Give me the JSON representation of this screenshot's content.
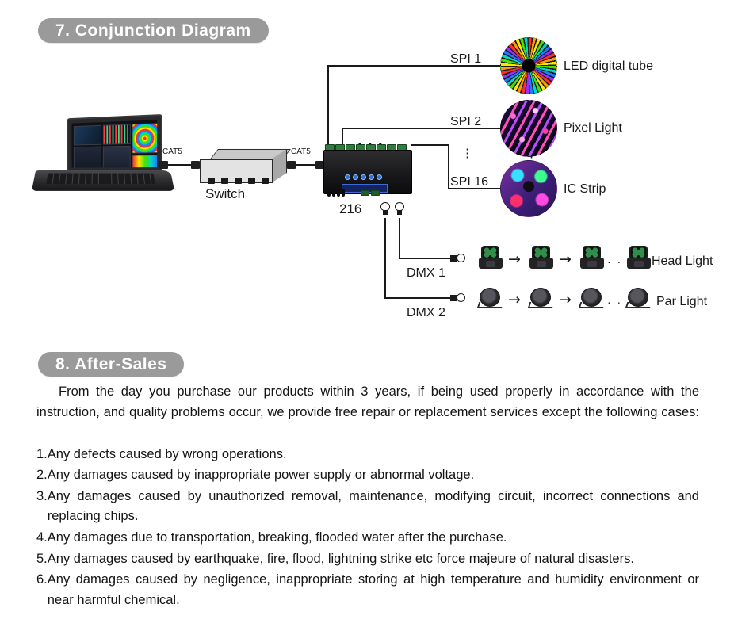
{
  "sections": {
    "conjunction": {
      "title": "7. Conjunction Diagram"
    },
    "aftersales": {
      "title": "8. After-Sales"
    }
  },
  "diagram": {
    "devices": {
      "laptop": {
        "name": "laptop"
      },
      "switch": {
        "label": "Switch"
      },
      "controller": {
        "label": "216"
      }
    },
    "cables": {
      "cat5_left": "CAT5",
      "cat5_right": "CAT5"
    },
    "spi_ports": [
      {
        "port": "SPI 1",
        "device": "LED digital tube",
        "thumb": "led-digital-tube-thumbnail"
      },
      {
        "port": "SPI 2",
        "device": "Pixel Light",
        "thumb": "pixel-light-thumbnail"
      },
      {
        "port": "SPI 16",
        "device": "IC Strip",
        "thumb": "ic-strip-thumbnail"
      }
    ],
    "dmx_ports": [
      {
        "port": "DMX 1",
        "device": "Head Light",
        "fixtures": 4,
        "arrows": 3
      },
      {
        "port": "DMX 2",
        "device": "Par Light",
        "fixtures": 4,
        "arrows": 3
      }
    ],
    "ellipsis": "· · ·",
    "arrow_glyph": "→",
    "vertical_ellipsis": "⋮"
  },
  "aftersales": {
    "intro": "From the day you purchase our products within 3 years, if being used properly in accordance with the instruction, and quality problems occur, we provide free repair or replacement services except the following cases:",
    "items": [
      {
        "num": "1.",
        "text": "Any defects caused by wrong operations."
      },
      {
        "num": "2.",
        "text": "Any damages caused by inappropriate power supply or abnormal voltage."
      },
      {
        "num": "3.",
        "text": "Any damages caused by unauthorized removal, maintenance, modifying circuit, incorrect connections and replacing chips."
      },
      {
        "num": "4.",
        "text": "Any damages due to transportation, breaking, flooded water after the purchase."
      },
      {
        "num": "5.",
        "text": "Any damages caused by earthquake, fire, flood, lightning strike etc force majeure of natural disasters."
      },
      {
        "num": "6.",
        "text": "Any damages caused by negligence, inappropriate storing at high temperature and humidity environment or near harmful chemical."
      }
    ]
  },
  "colors": {
    "pill_bg": "#9a9a9a",
    "pill_text": "#ffffff",
    "wire": "#1a1a1a",
    "terminal_green": "#2e7d3a",
    "lcd_blue": "#16245e"
  }
}
